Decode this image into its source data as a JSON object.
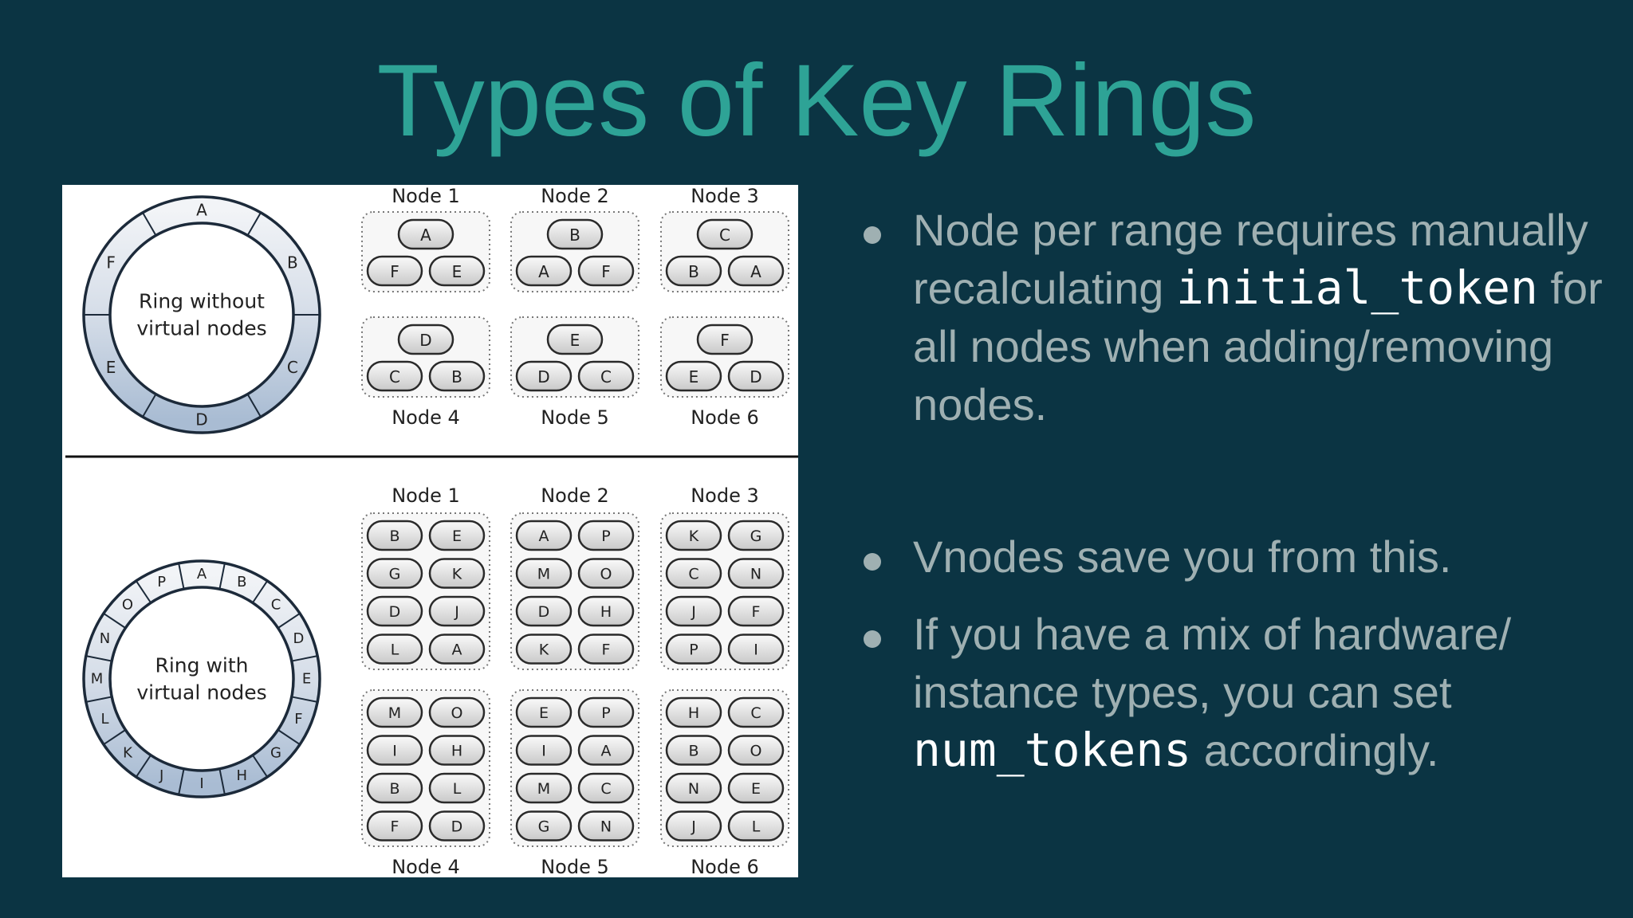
{
  "title": "Types of Key Rings",
  "colors": {
    "background": "#0b3443",
    "title": "#2ea396",
    "bullet_text": "#9fb0b2",
    "code_text": "#ffffff"
  },
  "diagram": {
    "top": {
      "ring_label_line1": "Ring without",
      "ring_label_line2": "virtual nodes",
      "segments": [
        "A",
        "B",
        "C",
        "D",
        "E",
        "F"
      ],
      "nodes": [
        {
          "name": "Node 1",
          "keys": [
            "A",
            "F",
            "E"
          ]
        },
        {
          "name": "Node 2",
          "keys": [
            "B",
            "A",
            "F"
          ]
        },
        {
          "name": "Node 3",
          "keys": [
            "C",
            "B",
            "A"
          ]
        },
        {
          "name": "Node 4",
          "keys": [
            "D",
            "C",
            "B"
          ]
        },
        {
          "name": "Node 5",
          "keys": [
            "E",
            "D",
            "C"
          ]
        },
        {
          "name": "Node 6",
          "keys": [
            "F",
            "E",
            "D"
          ]
        }
      ]
    },
    "bottom": {
      "ring_label_line1": "Ring with",
      "ring_label_line2": "virtual nodes",
      "segments": [
        "A",
        "B",
        "C",
        "D",
        "E",
        "F",
        "G",
        "H",
        "I",
        "J",
        "K",
        "L",
        "M",
        "N",
        "O",
        "P"
      ],
      "nodes": [
        {
          "name": "Node 1",
          "keys": [
            "B",
            "E",
            "G",
            "K",
            "D",
            "J",
            "L",
            "A"
          ]
        },
        {
          "name": "Node 2",
          "keys": [
            "A",
            "P",
            "M",
            "O",
            "D",
            "H",
            "K",
            "F"
          ]
        },
        {
          "name": "Node 3",
          "keys": [
            "K",
            "G",
            "C",
            "N",
            "J",
            "F",
            "P",
            "I"
          ]
        },
        {
          "name": "Node 4",
          "keys": [
            "M",
            "O",
            "I",
            "H",
            "B",
            "L",
            "F",
            "D"
          ]
        },
        {
          "name": "Node 5",
          "keys": [
            "E",
            "P",
            "I",
            "A",
            "M",
            "C",
            "G",
            "N"
          ]
        },
        {
          "name": "Node 6",
          "keys": [
            "H",
            "C",
            "B",
            "O",
            "N",
            "E",
            "J",
            "L"
          ]
        }
      ]
    }
  },
  "bullets": [
    {
      "pre": "Node per range requires manually recalculating ",
      "code": "initial_token",
      "post": " for all nodes when adding/removing nodes."
    },
    {
      "pre": "Vnodes save you from this.",
      "code": "",
      "post": ""
    },
    {
      "pre": "If you have a mix of hardware/ instance types, you can set ",
      "code": "num_tokens",
      "post": " accordingly."
    }
  ]
}
